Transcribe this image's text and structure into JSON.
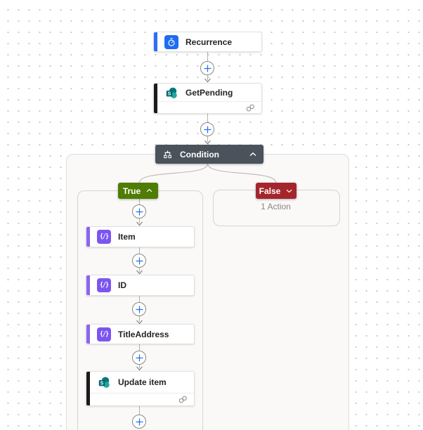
{
  "colors": {
    "accent_blue": "#2b70f4",
    "icon_blue": "#1f6cf0",
    "accent_black": "#1b1b1b",
    "accent_purple": "#8a66ee",
    "icon_purple": "#7c55f0",
    "condition_dark": "#4a525b",
    "true_green": "#4f7c02",
    "false_red": "#a4262c",
    "plus_blue": "#2470f2",
    "line_gray": "#b3b1ae",
    "arrow_gray": "#8a8886",
    "dot_gray": "#c9c7c5",
    "scope_bg": "#faf9f8",
    "scope_border": "#dcdcdc",
    "branch_border": "#d6d4d2",
    "card_border": "#e3e1df",
    "card_bg": "#ffffff",
    "text_dark": "#242424",
    "text_muted": "#8a8886",
    "sp_dark": "#03787c",
    "sp_mid": "#23a5a0",
    "sp_deep": "#02686d"
  },
  "icons": {
    "compose_glyph": "{/}",
    "sharepoint_letter": "S"
  },
  "flow": {
    "trigger": {
      "label": "Recurrence"
    },
    "get_pending": {
      "label": "GetPending"
    },
    "condition": {
      "label": "Condition"
    },
    "true_branch": {
      "label": "True"
    },
    "false_branch": {
      "label": "False",
      "summary": "1 Action"
    },
    "actions": {
      "item": {
        "label": "Item"
      },
      "id": {
        "label": "ID"
      },
      "title_address": {
        "label": "TitleAddress"
      },
      "update_item": {
        "label": "Update item"
      }
    }
  }
}
